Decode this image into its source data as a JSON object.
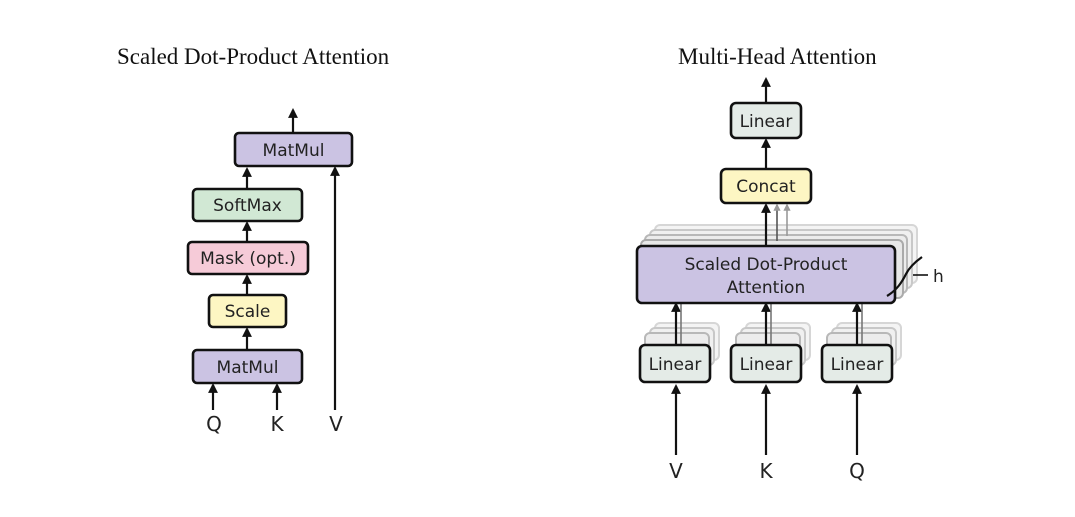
{
  "left_panel": {
    "title": "Scaled Dot-Product Attention",
    "blocks": {
      "matmul_top": "MatMul",
      "softmax": "SoftMax",
      "mask": "Mask (opt.)",
      "scale": "Scale",
      "matmul_bottom": "MatMul"
    },
    "inputs": {
      "q": "Q",
      "k": "K",
      "v": "V"
    }
  },
  "right_panel": {
    "title": "Multi-Head Attention",
    "blocks": {
      "linear_out": "Linear",
      "concat": "Concat",
      "attention_line1": "Scaled Dot-Product",
      "attention_line2": "Attention",
      "linear_v": "Linear",
      "linear_k": "Linear",
      "linear_q": "Linear"
    },
    "heads_label": "h",
    "inputs": {
      "v": "V",
      "k": "K",
      "q": "Q"
    }
  },
  "colors": {
    "purple": "#cbc3e3",
    "green": "#d1e8d4",
    "pink": "#f6cbd8",
    "yellow": "#fdf6c3",
    "gray": "#e4ebe7",
    "stroke": "#111111"
  }
}
